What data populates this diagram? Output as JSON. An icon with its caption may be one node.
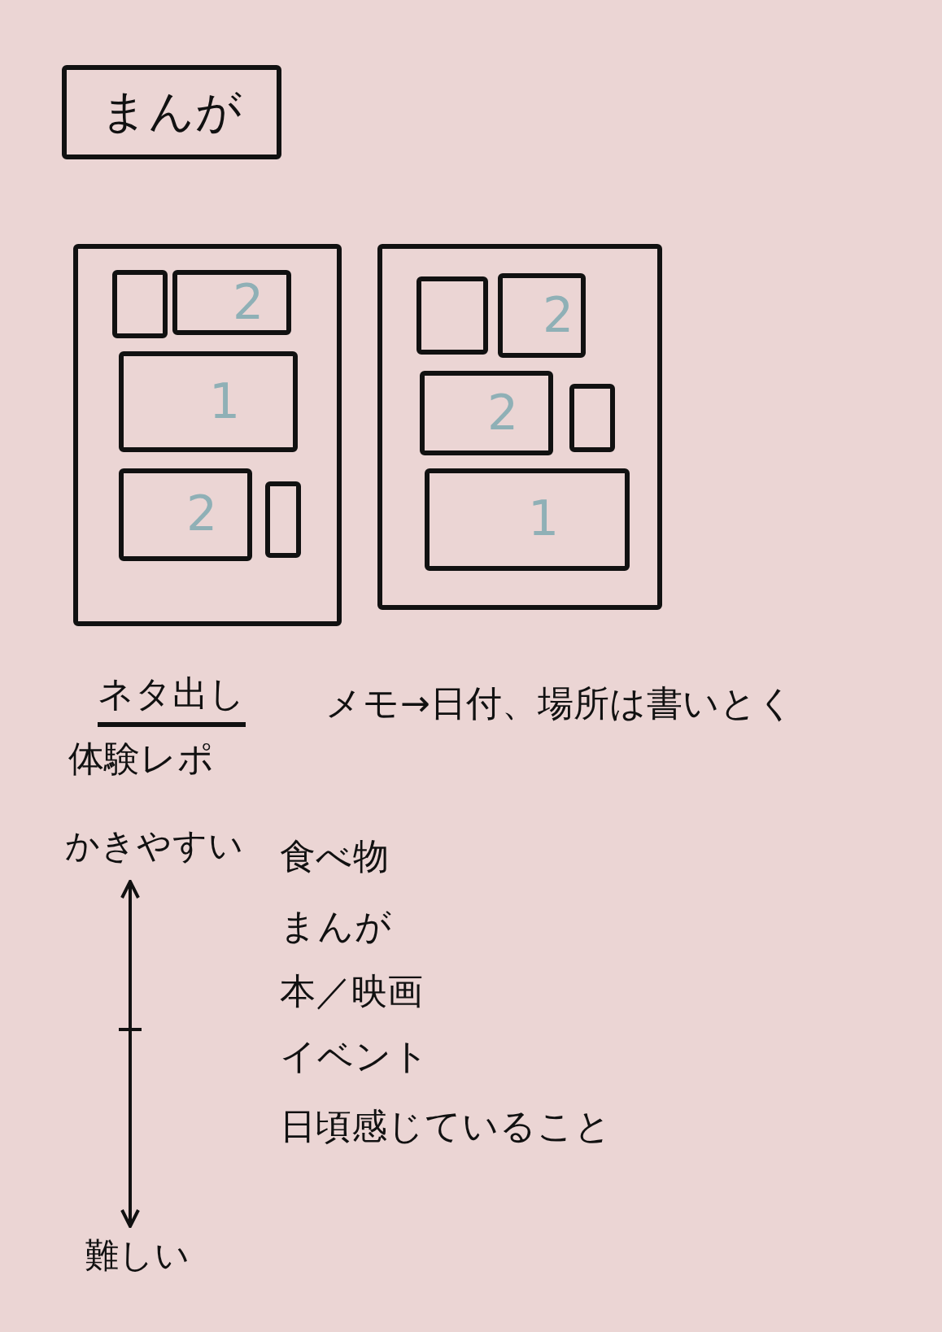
{
  "diagram": {
    "nodes": [
      {
        "text": [
          "まんが"
        ]
      },
      {
        "text": [],
        "shape": "box"
      },
      {
        "text": [],
        "shape": "box",
        "in": 1
      },
      {
        "text": [
          "2"
        ],
        "in": 1
      },
      {
        "text": [
          "1"
        ],
        "in": 1
      },
      {
        "text": [
          "2"
        ],
        "in": 1
      },
      {
        "text": [],
        "shape": "box",
        "in": 1
      },
      {
        "text": [],
        "shape": "box"
      },
      {
        "text": [],
        "shape": "box",
        "in": 7
      },
      {
        "text": [
          "2"
        ],
        "in": 7
      },
      {
        "text": [
          "2"
        ],
        "in": 7
      },
      {
        "text": [],
        "shape": "box",
        "in": 7
      },
      {
        "text": [
          "1"
        ],
        "in": 7
      },
      {
        "text": [
          "かきやすい"
        ]
      },
      {
        "text": [
          "難しい"
        ]
      }
    ],
    "edges": [
      {
        "from": 13,
        "to": 14,
        "arrow": "both"
      }
    ],
    "labels": [
      "ネタ出し",
      "メモ→日付、場所は書いとく",
      "体験レポ",
      "食べ物",
      "まんが",
      "本／映画",
      "イベント",
      "日頃感じていること"
    ]
  }
}
